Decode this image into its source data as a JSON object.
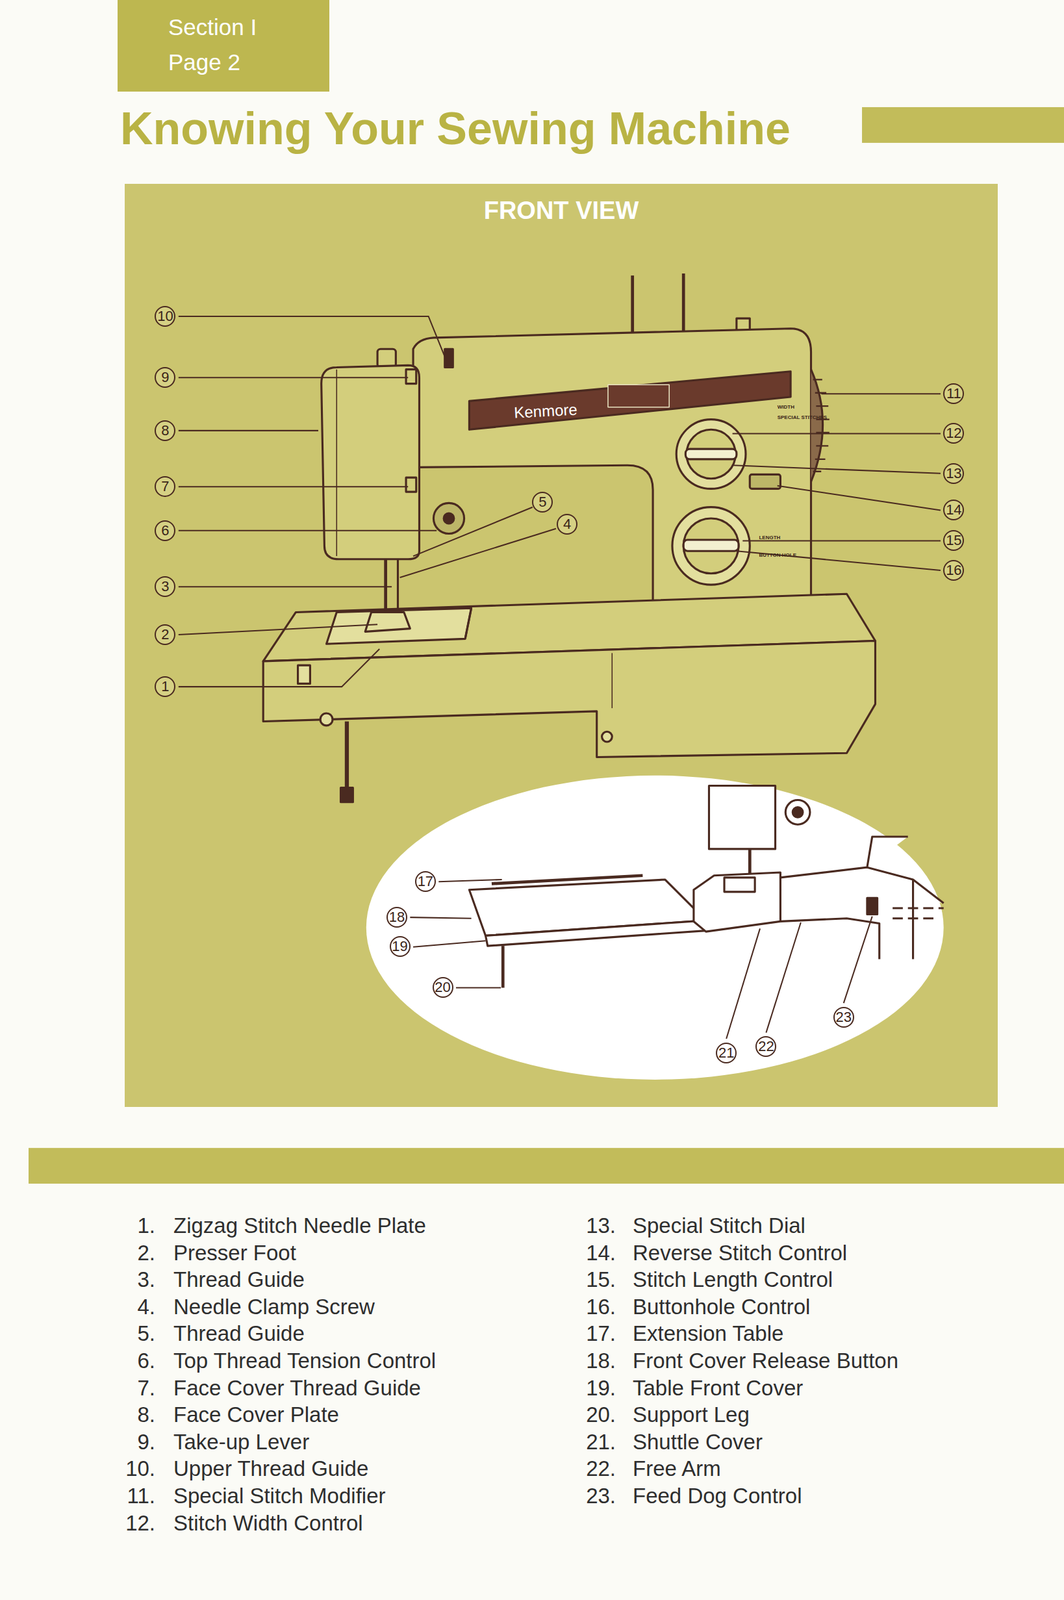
{
  "diagram": {
    "title": "Knowing Your Sewing Machine",
    "nodes": [
      {
        "text": [
          "Section I",
          "Page 2"
        ]
      },
      {
        "text": [
          "FRONT VIEW"
        ]
      }
    ],
    "labels": [
      "1",
      "2",
      "3",
      "4",
      "5",
      "6",
      "7",
      "8",
      "9",
      "10",
      "11",
      "12",
      "13",
      "14",
      "15",
      "16",
      "17",
      "18",
      "19",
      "20",
      "21",
      "22",
      "23",
      "Kenmore",
      "WIDTH",
      "SPECIAL STITCHES",
      "LENGTH",
      "BUTTON HOLE",
      "1.",
      "Zigzag Stitch Needle Plate",
      "2.",
      "Presser Foot",
      "3.",
      "Thread Guide",
      "4.",
      "Needle Clamp Screw",
      "5.",
      "Thread Guide",
      "6.",
      "Top Thread Tension Control",
      "7.",
      "Face Cover Thread Guide",
      "8.",
      "Face Cover Plate",
      "9.",
      "Take-up Lever",
      "10.",
      "Upper Thread Guide",
      "11.",
      "Special Stitch Modifier",
      "12.",
      "Stitch Width Control",
      "13.",
      "Special Stitch Dial",
      "14.",
      "Reverse Stitch Control",
      "15.",
      "Stitch Length Control",
      "16.",
      "Buttonhole Control",
      "17.",
      "Extension Table",
      "18.",
      "Front Cover Release Button",
      "19.",
      "Table Front Cover",
      "20.",
      "Support Leg",
      "21.",
      "Shuttle Cover",
      "22.",
      "Free Arm",
      "23.",
      "Feed Dog Control"
    ]
  }
}
